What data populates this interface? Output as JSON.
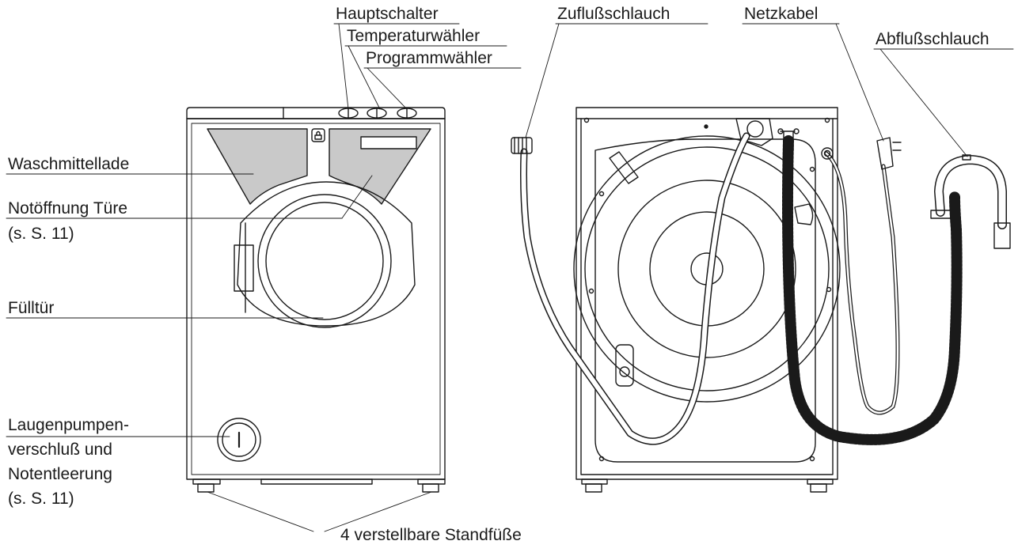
{
  "labels": {
    "hauptschalter": "Hauptschalter",
    "temperaturwaehler": "Temperaturwähler",
    "programmwaehler": "Programmwähler",
    "waschmittellade": "Waschmittellade",
    "notoeffnung_line1": "Notöffnung Türe",
    "notoeffnung_line2": "(s. S. 11)",
    "fuelltuer": "Fülltür",
    "laugenpumpe_line1": "Laugenpumpen-",
    "laugenpumpe_line2": "verschluß und",
    "laugenpumpe_line3": "Notentleerung",
    "laugenpumpe_line4": "(s. S. 11)",
    "standfuesse": "4 verstellbare Standfüße",
    "zuflussschlauch": "Zuflußschlauch",
    "netzkabel": "Netzkabel",
    "abflussschlauch": "Abflußschlauch"
  },
  "colors": {
    "stroke": "#1a1a1a",
    "panel_fill": "#c9c9c9",
    "background": "#ffffff"
  }
}
